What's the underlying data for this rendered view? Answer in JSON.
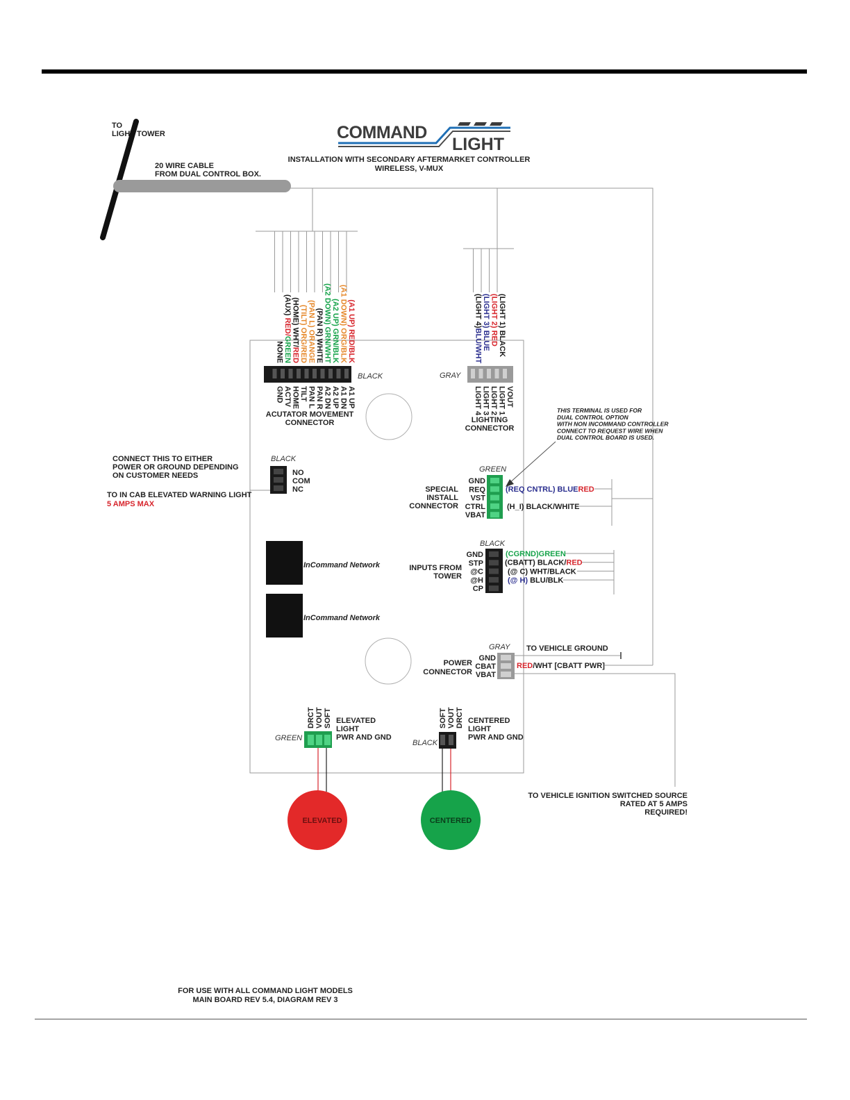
{
  "colors": {
    "red": "#d7252c",
    "green": "#16a34a",
    "blue": "#2b2f8f",
    "orange": "#e6892c",
    "dark": "#1a1a1a",
    "gray": "#9a9a9a",
    "logo_blue": "#1f6fb5"
  },
  "logo": {
    "word1": "COMMAND",
    "word2": "LIGHT"
  },
  "header": {
    "line1": "INSTALLATION WITH SECONDARY AFTERMARKET CONTROLLER",
    "line2": "WIRELESS, V-MUX"
  },
  "tower": {
    "line1": "TO",
    "line2": "LIGHT TOWER"
  },
  "cable": {
    "line1": "20 WIRE CABLE",
    "line2": "FROM DUAL CONTROL BOX."
  },
  "actuator": {
    "wires": [
      {
        "pre": "(A1 UP) ",
        "mid": "RED/BLK",
        "mid2": "",
        "pre_color": "red",
        "mid_color": "red"
      },
      {
        "pre": "(A1 DOWN) ",
        "mid": "ORG/BLK",
        "mid2": "",
        "pre_color": "orange",
        "mid_color": "orange"
      },
      {
        "pre": "(A2 UP) ",
        "mid": "GRN/BLK",
        "mid2": "",
        "pre_color": "green",
        "mid_color": "green"
      },
      {
        "pre": "(A2 DOWN) ",
        "mid": "GRN/WHT",
        "mid2": "",
        "pre_color": "green",
        "mid_color": "green"
      },
      {
        "pre": "(PAN R) ",
        "mid": "WHITE",
        "mid2": "",
        "pre_color": "dark",
        "mid_color": "dark"
      },
      {
        "pre": "(PAN L) ",
        "mid": "ORANGE",
        "mid2": "",
        "pre_color": "orange",
        "mid_color": "orange"
      },
      {
        "pre": "(TILT) ",
        "mid": "ORG/RED",
        "mid2": "",
        "pre_color": "orange",
        "mid_color": "orange"
      },
      {
        "pre": "(HOME) ",
        "mid": "WHT/",
        "mid2": "RED",
        "pre_color": "dark",
        "mid_color": "dark"
      },
      {
        "pre": "(AUX) ",
        "mid": "RED/",
        "mid2": "GREEN",
        "pre_color": "dark",
        "mid_color": "red"
      },
      {
        "pre": "",
        "mid": "NONE",
        "mid2": "",
        "pre_color": "dark",
        "mid_color": "dark"
      }
    ],
    "pins": [
      "A1 UP",
      "A1 DN",
      "A2 UP",
      "A2 DN",
      "PAN R",
      "PAN L",
      "TILT",
      "HOME",
      "ACTV",
      "GND"
    ],
    "color_label": "BLACK",
    "title1": "ACUTATOR MOVEMENT",
    "title2": "CONNECTOR"
  },
  "lighting": {
    "wires": [
      {
        "pre": "(LIGHT 1) ",
        "mid": "BLACK",
        "pre_color": "dark",
        "mid_color": "dark"
      },
      {
        "pre": "(LIGHT 2) ",
        "mid": "RED",
        "pre_color": "red",
        "mid_color": "red"
      },
      {
        "pre": "(LIGHT 3) ",
        "mid": "BLUE",
        "pre_color": "blue",
        "mid_color": "blue"
      },
      {
        "pre": "(LIGHT 4)",
        "mid": "BLU/WHT",
        "pre_color": "dark",
        "mid_color": "blue"
      }
    ],
    "pins": [
      "VOUT",
      "LIGHT 1",
      "LIGHT 2",
      "LIGHT 3",
      "LIGHT 4"
    ],
    "color_label": "GRAY",
    "title1": "LIGHTING",
    "title2": "CONNECTOR"
  },
  "note_terminal": [
    "THIS TERMINAL IS USED FOR",
    "DUAL CONTROL OPTION",
    "WITH NON INCOMMAND CONTROLLER",
    "CONNECT TO REQUEST WIRE WHEN",
    "DUAL CONTROL BOARD IS USED."
  ],
  "relay": {
    "color_label": "BLACK",
    "pins": [
      "NO",
      "COM",
      "NC"
    ],
    "note": [
      "CONNECT THIS TO EITHER",
      "POWER OR GROUND DEPENDING",
      "ON CUSTOMER NEEDS"
    ],
    "warn1": "TO IN CAB ELEVATED WARNING LIGHT",
    "warn2": "5 AMPS MAX"
  },
  "special": {
    "color_label": "GREEN",
    "title": [
      "SPECIAL",
      "INSTALL",
      "CONNECTOR"
    ],
    "pins": [
      "GND",
      "REQ",
      "VST",
      "CTRL",
      "VBAT"
    ],
    "req_wire_a": "(REQ CNTRL) ",
    "req_wire_b": "BLUE",
    "req_wire_c": "RED",
    "ctrl_wire": "(H_I) BLACK/WHITE"
  },
  "inputs": {
    "color_label": "BLACK",
    "title": [
      "INPUTS FROM",
      "TOWER"
    ],
    "pins": [
      "GND",
      "STP",
      "@C",
      "@H",
      "CP"
    ],
    "wires": [
      {
        "a": "(CGRND)",
        "b": "GREEN",
        "a_color": "green",
        "b_color": "green"
      },
      {
        "a": "(CBATT) BLACK/",
        "b": "RED",
        "a_color": "dark",
        "b_color": "red"
      },
      {
        "a": "(@ C) WHT/BLACK",
        "b": "",
        "a_color": "dark",
        "b_color": "dark"
      },
      {
        "a": "(@ H) ",
        "b": "BLU/BLK",
        "a_color": "blue",
        "b_color": "dark"
      }
    ]
  },
  "network": {
    "label": "InCommand Network"
  },
  "power": {
    "color_label": "GRAY",
    "title": [
      "POWER",
      "CONNECTOR"
    ],
    "pins": [
      "GND",
      "CBAT",
      "VBAT"
    ],
    "ground": "TO VEHICLE GROUND",
    "cbat_a": "RED",
    "cbat_b": "/WHT [CBATT PWR]"
  },
  "ignition": [
    "TO VEHICLE IGNITION SWITCHED SOURCE",
    "RATED AT 5 AMPS",
    "REQUIRED!"
  ],
  "elevated": {
    "color_label": "GREEN",
    "pins": [
      "DRCT",
      "VOUT",
      "SOFT"
    ],
    "title": [
      "ELEVATED",
      "LIGHT",
      "PWR AND GND"
    ],
    "indicator": "ELEVATED"
  },
  "centered": {
    "color_label": "BLACK",
    "pins": [
      "SOFT",
      "VOUT",
      "DRCT"
    ],
    "title": [
      "CENTERED",
      "LIGHT",
      "PWR AND GND"
    ],
    "indicator": "CENTERED"
  },
  "footer": {
    "line1": "FOR USE WITH ALL COMMAND LIGHT MODELS",
    "line2": "MAIN BOARD REV 5.4, DIAGRAM REV 3"
  }
}
